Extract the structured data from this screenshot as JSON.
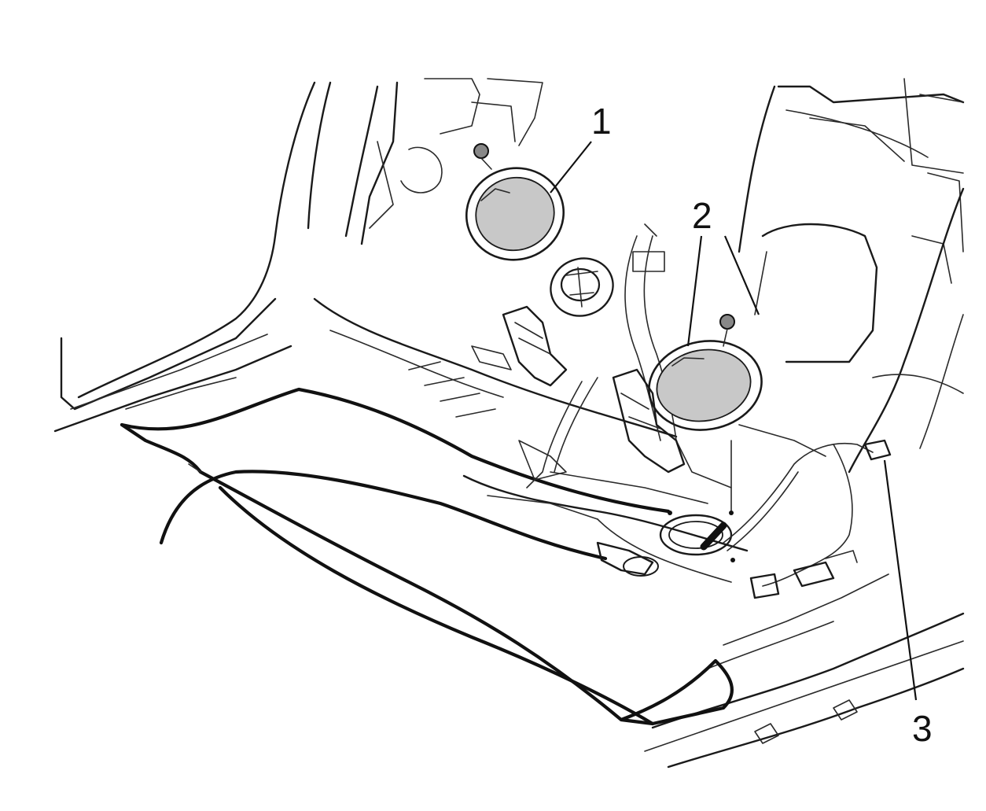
{
  "diagram": {
    "callouts": [
      {
        "id": "callout-1",
        "label": "1"
      },
      {
        "id": "callout-2",
        "label": "2"
      },
      {
        "id": "callout-3",
        "label": "3"
      }
    ],
    "colors": {
      "line": "#1a1a1a",
      "cover_fill": "#c8c8c8",
      "background": "#ffffff"
    }
  }
}
